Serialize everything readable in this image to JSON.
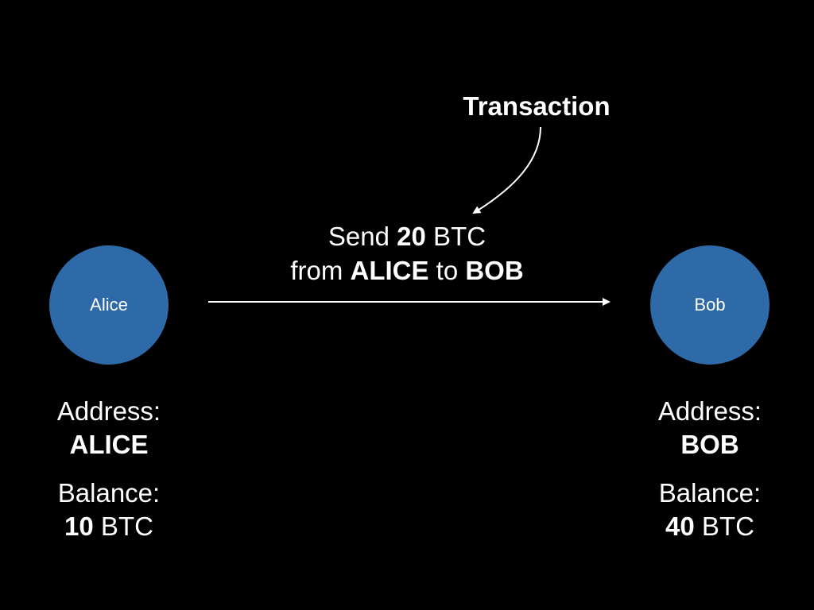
{
  "colors": {
    "background": "#000000",
    "node_fill": "#2e6aa8",
    "text": "#ffffff"
  },
  "transaction": {
    "title": "Transaction",
    "line1": {
      "prefix": "Send ",
      "amount": "20",
      "suffix": " BTC"
    },
    "line2": {
      "from_word": "from ",
      "from": "ALICE",
      "to_word": " to ",
      "to": "BOB"
    }
  },
  "nodes": {
    "alice": {
      "name": "Alice",
      "address_label": "Address:",
      "address": "ALICE",
      "balance_label": "Balance:",
      "balance_amount": "10",
      "balance_unit": " BTC"
    },
    "bob": {
      "name": "Bob",
      "address_label": "Address:",
      "address": "BOB",
      "balance_label": "Balance:",
      "balance_amount": "40",
      "balance_unit": " BTC"
    }
  }
}
